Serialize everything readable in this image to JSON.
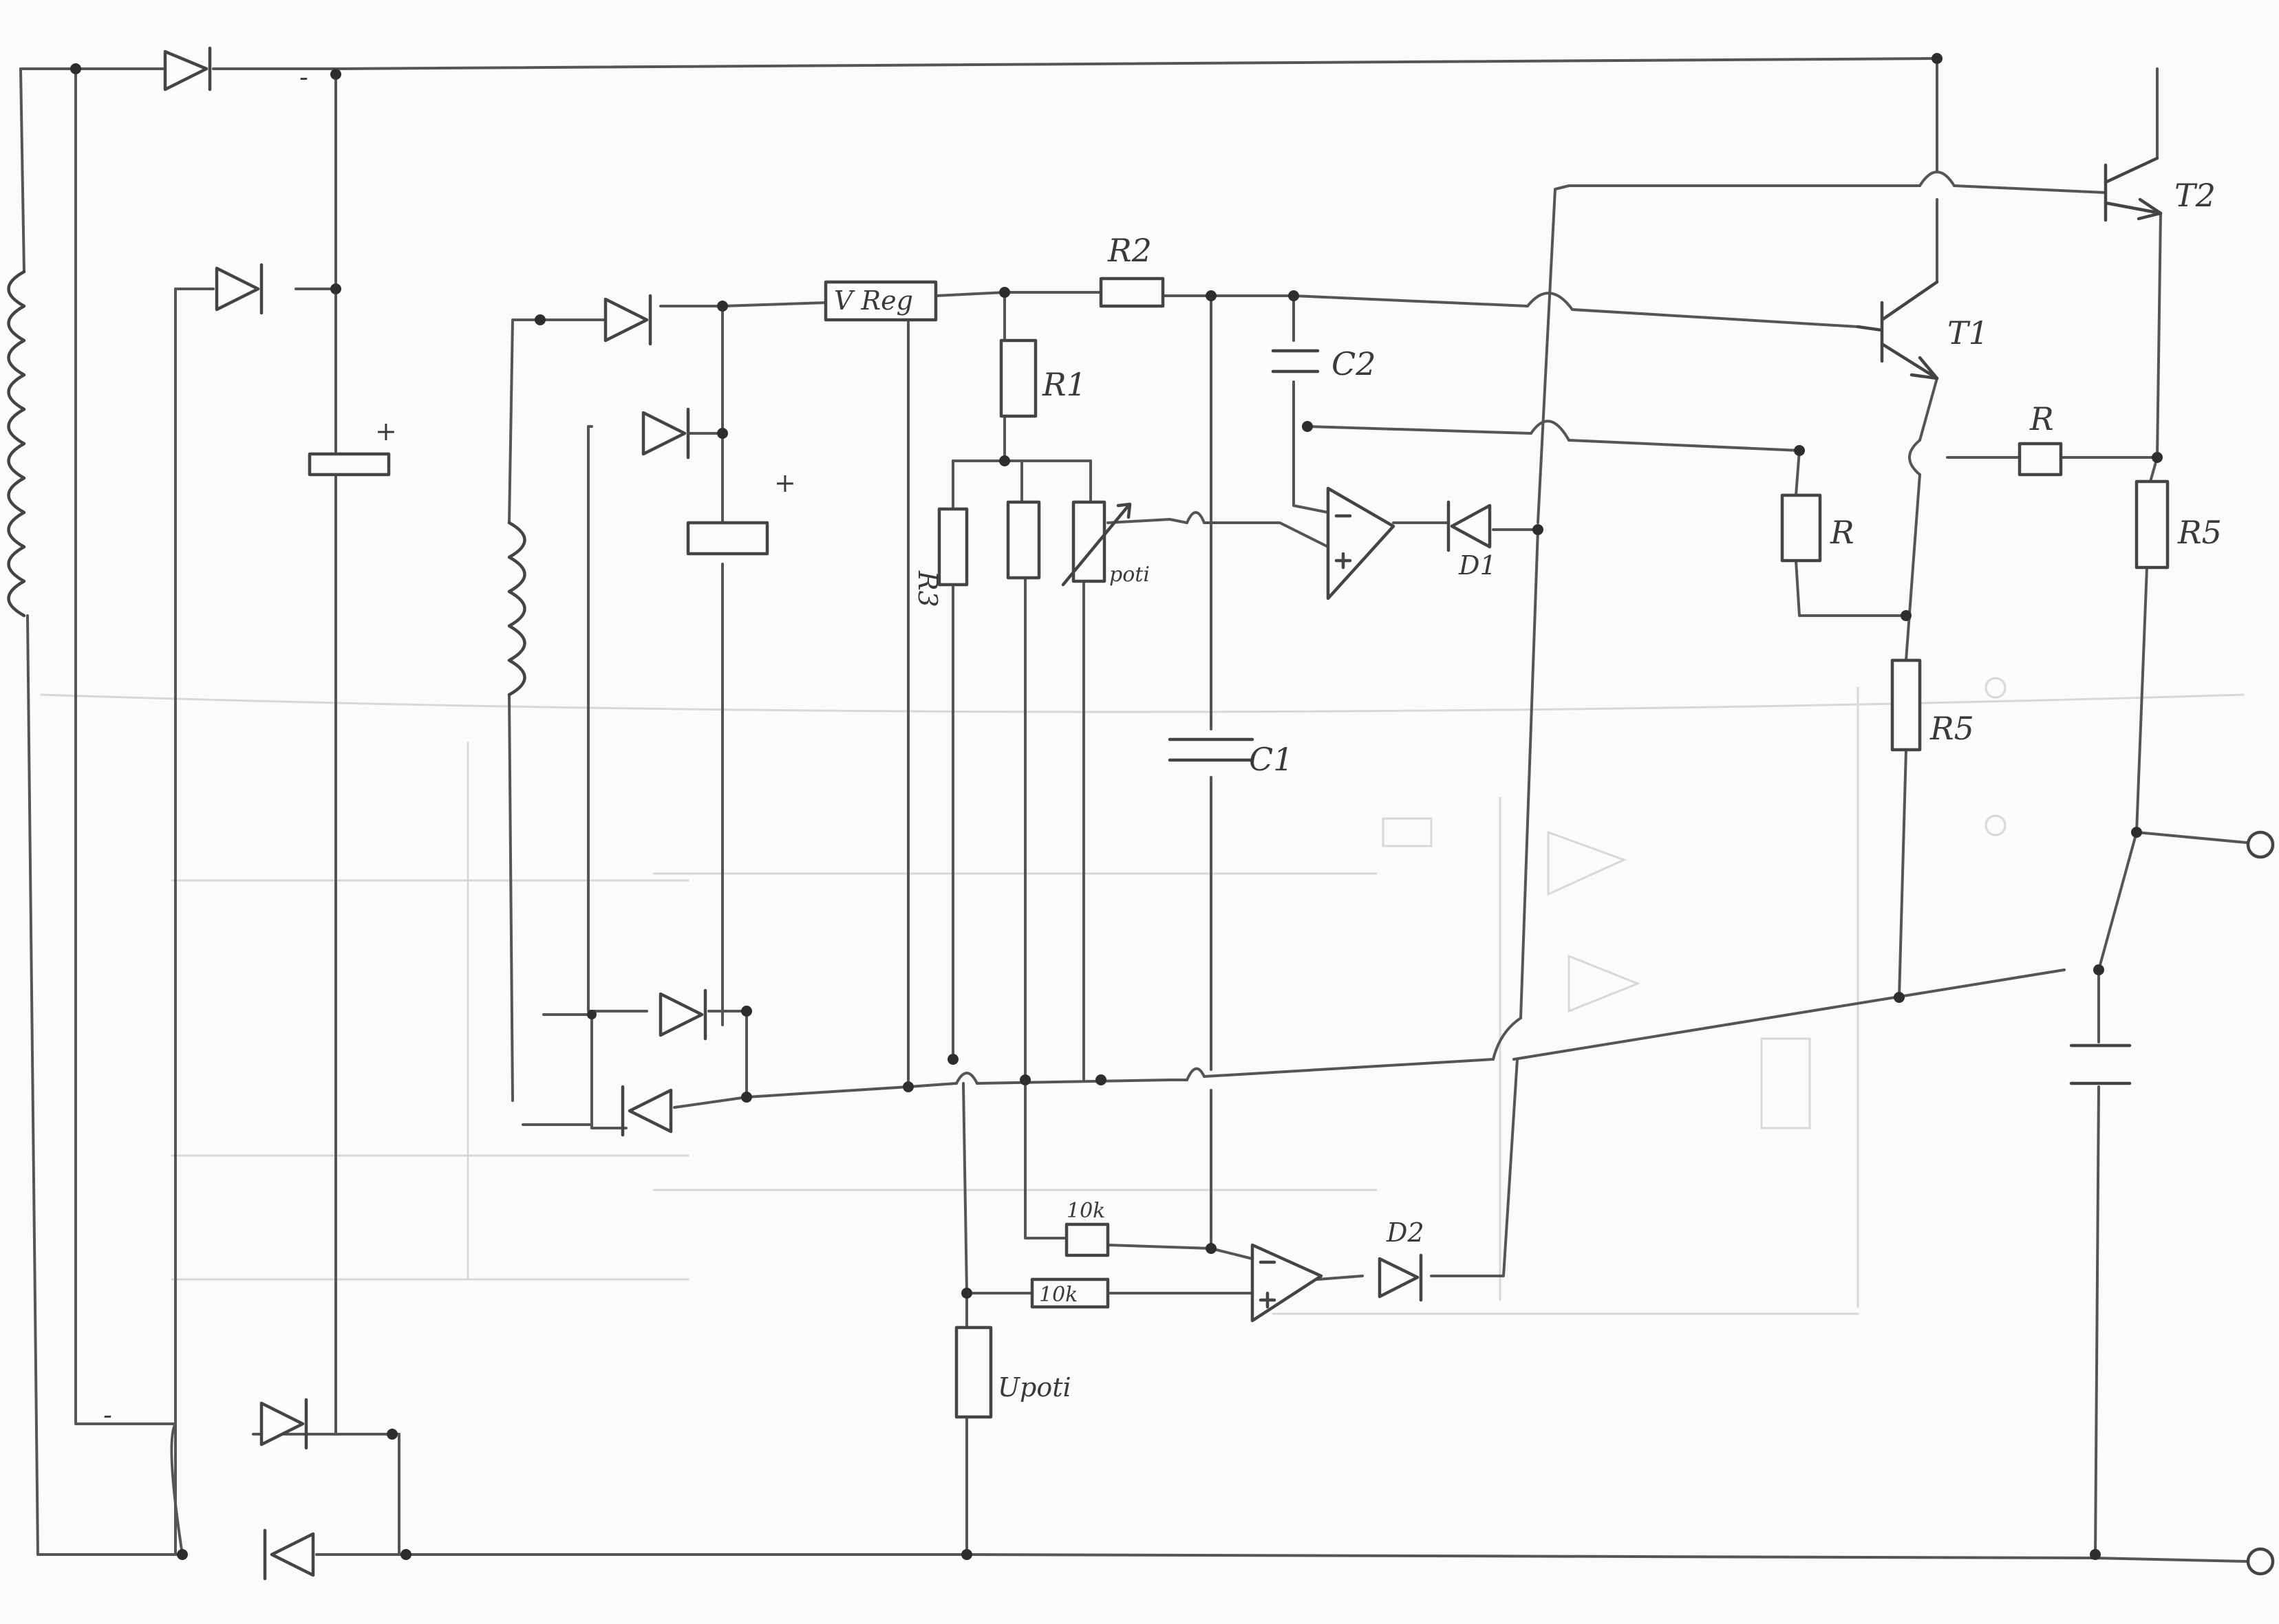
{
  "labels": {
    "vreg": "V Reg",
    "r2": "R2",
    "r1": "R1",
    "r3": "R3",
    "poti_top": "poti",
    "c2": "C2",
    "c1": "C1",
    "d1": "D1",
    "d2": "D2",
    "t1": "T1",
    "t2": "T2",
    "r_upper": "R",
    "r_mid": "R",
    "r5_right": "R5",
    "r5_mid": "R5",
    "res_10k_top": "10k",
    "res_10k_bottom": "10k",
    "upoti": "Upoti"
  },
  "symbols": {
    "plus": "+",
    "minus": "-"
  },
  "colors": {
    "pencil": "#555555",
    "paper": "#fbfbfa",
    "ghost": "#d8d8d8"
  }
}
